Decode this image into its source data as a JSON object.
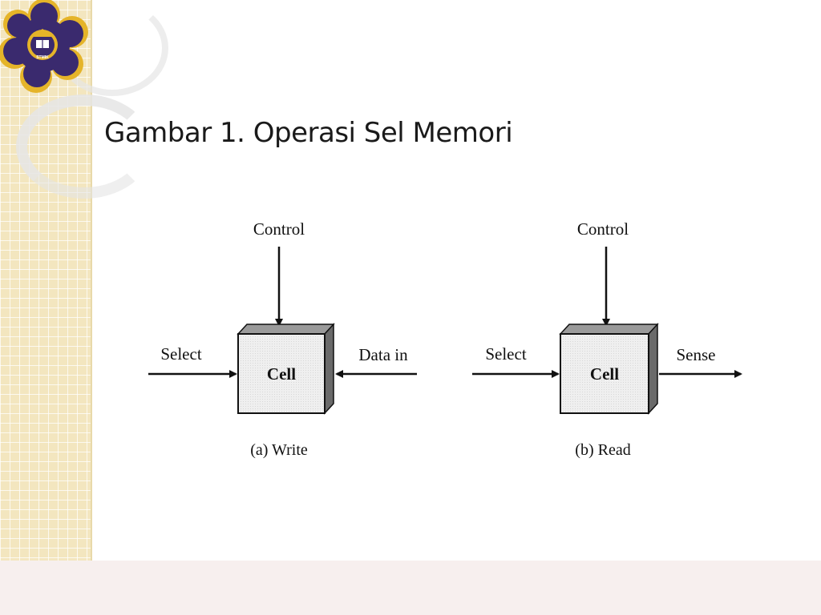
{
  "slide": {
    "title": "Gambar 1. Operasi Sel Memori"
  },
  "logo": {
    "text": "STMIK",
    "icon": "stmik-seal-icon"
  },
  "diagram": {
    "write": {
      "control_label": "Control",
      "select_label": "Select",
      "cell_label": "Cell",
      "data_label": "Data in",
      "caption": "(a) Write"
    },
    "read": {
      "control_label": "Control",
      "select_label": "Select",
      "cell_label": "Cell",
      "data_label": "Sense",
      "caption": "(b) Read"
    }
  },
  "colors": {
    "logo_purple": "#3a2a6e",
    "logo_gold": "#e5b429",
    "cell_face": "#ededed",
    "cell_side": "#6a6a6a"
  }
}
